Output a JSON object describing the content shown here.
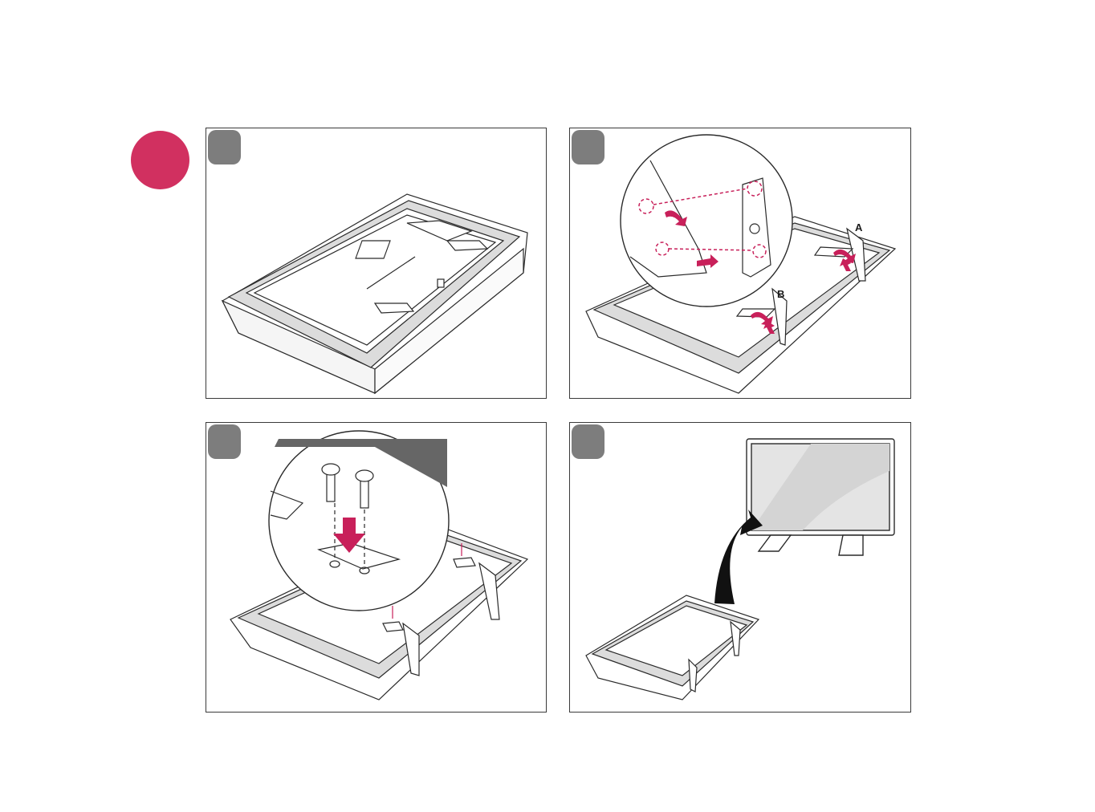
{
  "page": {
    "background": "#ffffff"
  },
  "section_marker": {
    "color": "#d13060",
    "shape": "filled-circle"
  },
  "panels": [
    {
      "id": "step-1",
      "badge_color": "#7d7d7d",
      "illustration": "tv-face-down-on-cushion"
    },
    {
      "id": "step-2",
      "badge_color": "#7d7d7d",
      "illustration": "attach-stand-feet-detail",
      "labels": [
        "A",
        "B"
      ]
    },
    {
      "id": "step-3",
      "badge_color": "#7d7d7d",
      "illustration": "insert-screws-detail"
    },
    {
      "id": "step-4",
      "badge_color": "#7d7d7d",
      "illustration": "lift-tv-upright"
    }
  ],
  "colors": {
    "accent": "#c8205a",
    "line": "#2a2a2a",
    "panel_border": "#3a3a3a",
    "arrow_dark": "#111111"
  }
}
